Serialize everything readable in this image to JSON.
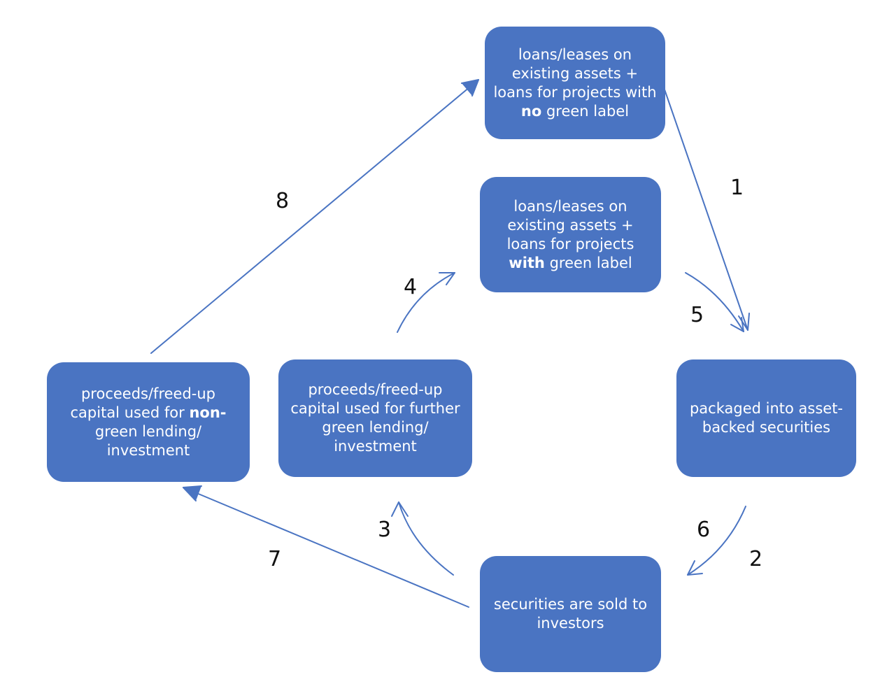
{
  "nodes": {
    "no_green": {
      "pre": "loans/leases on existing assets + loans for projects with",
      "bold": "no",
      "post": "green label"
    },
    "with_green": {
      "pre": "loans/leases on existing assets + loans for projects",
      "bold": "with",
      "post": "green label"
    },
    "packaged": {
      "text": "packaged into asset-backed securities"
    },
    "sold": {
      "text": "securities are sold to investors"
    },
    "green_proceeds": {
      "text": "proceeds/freed-up capital used for further green lending/ investment"
    },
    "nongreen_proceeds": {
      "pre": "proceeds/freed-up capital used for",
      "bold": "non-",
      "post": "green lending/ investment"
    }
  },
  "steps": [
    "1",
    "2",
    "3",
    "4",
    "5",
    "6",
    "7",
    "8"
  ],
  "colors": {
    "box": "#4a74c2",
    "arrow": "#4a74c2",
    "text": "#ffffff"
  }
}
